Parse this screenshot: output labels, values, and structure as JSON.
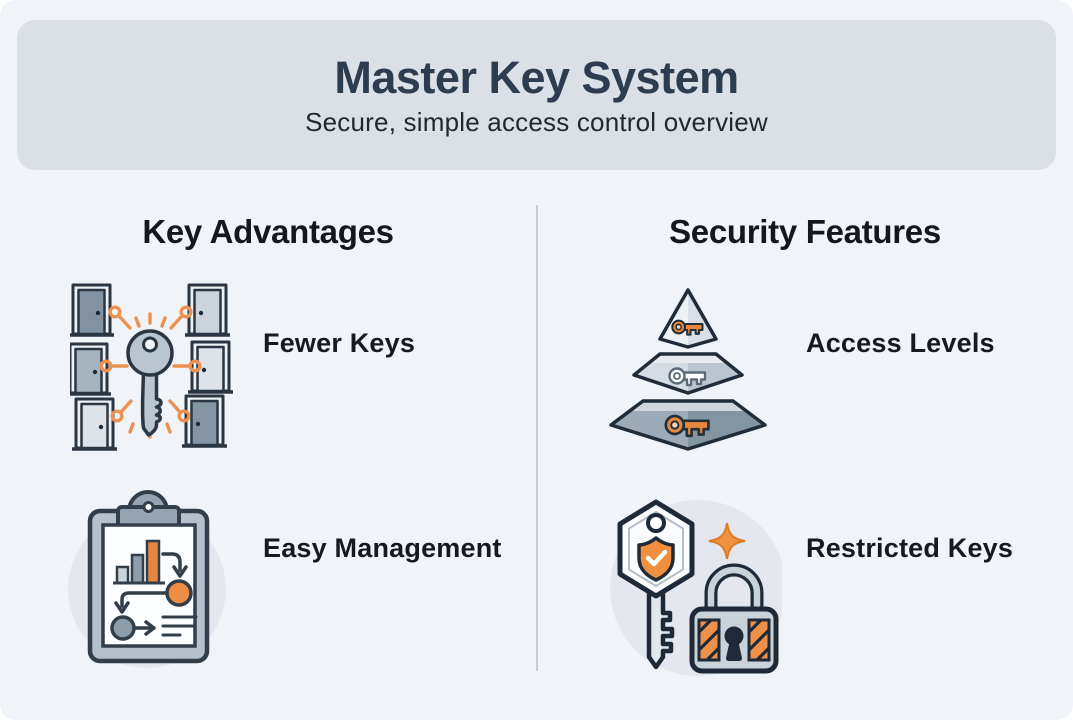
{
  "header": {
    "title": "Master Key System",
    "subtitle": "Secure, simple access control overview"
  },
  "columns": [
    {
      "heading": "Key Advantages",
      "items": [
        {
          "label": "Fewer Keys",
          "icon": "master-key-doors-icon"
        },
        {
          "label": "Easy Management",
          "icon": "clipboard-flowchart-icon"
        }
      ]
    },
    {
      "heading": "Security Features",
      "items": [
        {
          "label": "Access Levels",
          "icon": "access-levels-pyramid-icon"
        },
        {
          "label": "Restricted Keys",
          "icon": "key-shield-padlock-icon"
        }
      ]
    }
  ],
  "palette": {
    "page_bg": "#f0f3f7",
    "banner_bg": "#dbdfe6",
    "title_color": "#2d3c4f",
    "text_color": "#16191e",
    "accent_orange": "#ed8c42",
    "outline_dark": "#2b3642",
    "divider": "#c7ccd2"
  }
}
